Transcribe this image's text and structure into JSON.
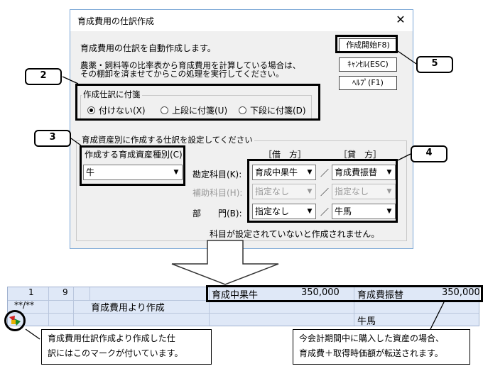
{
  "dialog": {
    "title": "育成費用の仕訳作成",
    "close": "✕",
    "intro": "育成費用の仕訳を自動作成します。",
    "note_line1": "農薬・飼料等の比率表から育成費用を計算している場合は、",
    "note_line2": "その棚卸を済ませてからこの処理を実行してください。",
    "buttons": {
      "start": "作成開始F8)",
      "cancel": "ｷｬﾝｾﾙ(ESC)",
      "help": "ﾍﾙﾌﾟ(F1)"
    },
    "tag_group": {
      "label": "作成仕訳に付箋",
      "options": [
        "付けない(X)",
        "上段に付箋(U)",
        "下段に付箋(D)"
      ],
      "selected": 0
    },
    "asset_group": {
      "label": "育成資産別に作成する仕訳を設定してください",
      "kind_label": "作成する育成資産種別(C):",
      "kind_value": "牛",
      "debit_header": "［借　方］",
      "credit_header": "［貸　方］",
      "rows": [
        {
          "label": "勘定科目(K):",
          "debit": "育成中果牛",
          "credit": "育成費振替",
          "disabled": false
        },
        {
          "label": "補助科目(H):",
          "debit": "指定なし",
          "credit": "指定なし",
          "disabled": true
        },
        {
          "label": "部　　門(B):",
          "debit": "指定なし",
          "credit": "牛馬",
          "disabled": false
        }
      ],
      "slash": "／",
      "footer": "科目が設定されていないと作成されません。"
    }
  },
  "callouts": {
    "c2": "2",
    "c3": "3",
    "c4": "4",
    "c5": "5"
  },
  "journal": {
    "row1": {
      "col1": "1",
      "col2": "9",
      "debit_account": "育成中果牛",
      "debit_amount": "350,000",
      "credit_account": "育成費振替",
      "credit_amount": "350,000"
    },
    "row2": {
      "col1": "**/**",
      "memo": "育成費用より作成"
    },
    "row3": {
      "credit_dept": "牛馬"
    }
  },
  "notes": {
    "left_line1": "育成費用仕訳作成より作成した仕",
    "left_line2": "訳にはこのマークが付いています。",
    "right_line1": "今会計期間中に購入した資産の場合、",
    "right_line2": "育成費＋取得時価額が転送されます。"
  }
}
